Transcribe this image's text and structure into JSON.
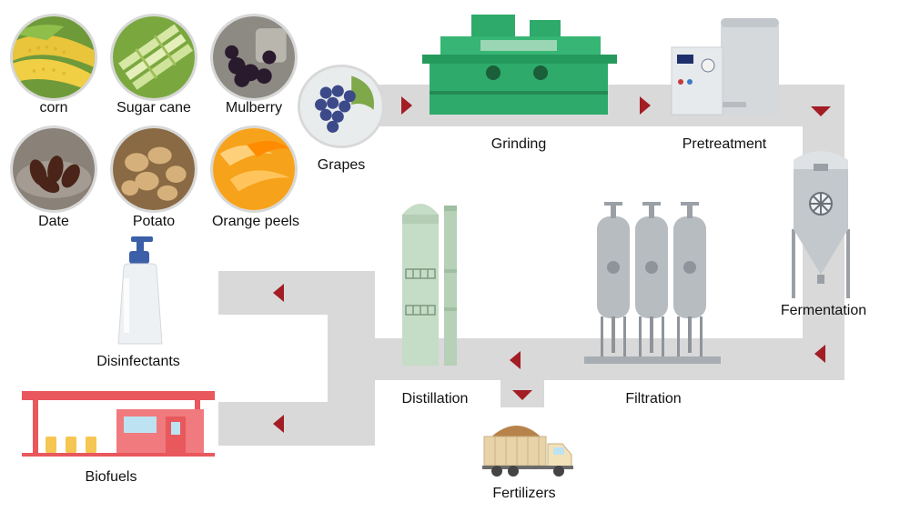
{
  "feedstocks": [
    {
      "id": "corn",
      "label": "corn",
      "icon": "corn-icon"
    },
    {
      "id": "sugar-cane",
      "label": "Sugar cane",
      "icon": "sugar-cane-icon"
    },
    {
      "id": "mulberry",
      "label": "Mulberry",
      "icon": "mulberry-icon"
    },
    {
      "id": "date",
      "label": "Date",
      "icon": "date-icon"
    },
    {
      "id": "potato",
      "label": "Potato",
      "icon": "potato-icon"
    },
    {
      "id": "orange-peels",
      "label": "Orange peels",
      "icon": "orange-peel-icon"
    },
    {
      "id": "grapes",
      "label": "Grapes",
      "icon": "grapes-icon"
    }
  ],
  "stages": {
    "grinding": "Grinding",
    "pretreatment": "Pretreatment",
    "fermentation": "Fermentation",
    "filtration": "Filtration",
    "distillation": "Distillation"
  },
  "products": {
    "disinfectants": "Disinfectants",
    "biofuels": "Biofuels",
    "fertilizers": "Fertilizers"
  },
  "colors": {
    "track": "#d9d9d9",
    "arrow": "#a31d25",
    "grinder": "#2eaa6a",
    "distillation": "#c5dcc6",
    "steel": "#bfc4c9",
    "station_roof": "#e8585d"
  }
}
